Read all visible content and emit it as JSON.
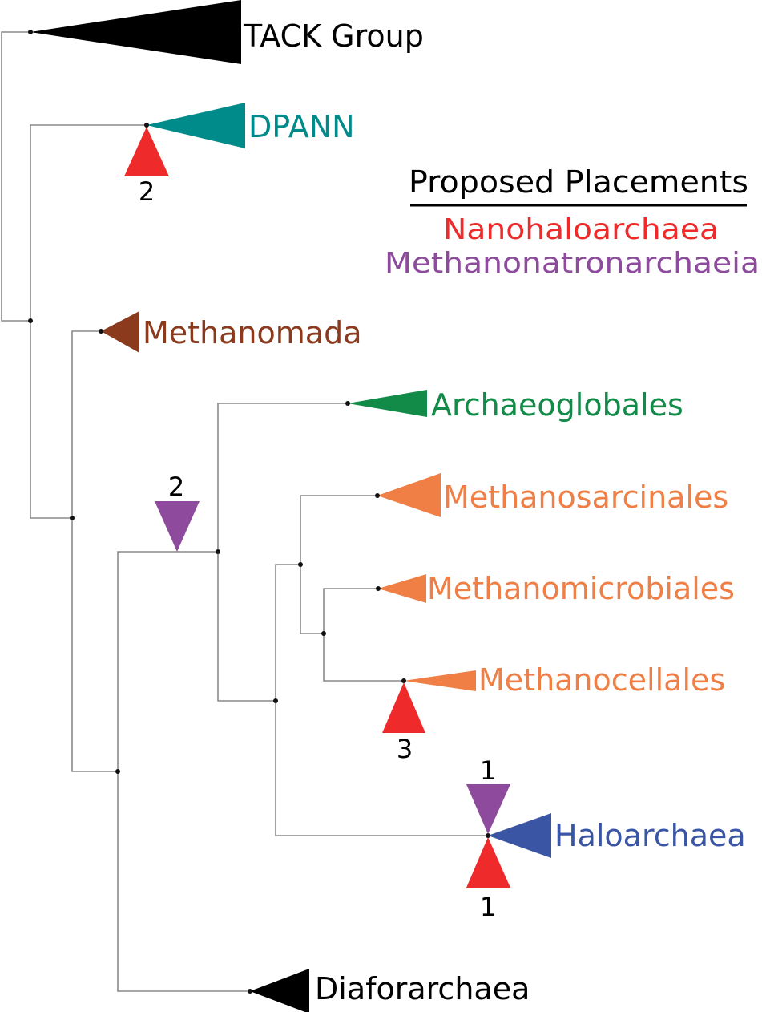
{
  "colors": {
    "tack": "#000000",
    "dpann": "#008b8b",
    "methanomada": "#8b3a1e",
    "archaeoglobales": "#128a48",
    "methanosarcinales": "#f07f45",
    "methanomicrobiales": "#f07f45",
    "methanocellales": "#f07f45",
    "haloarchaea": "#3a55a4",
    "diaforarchaea": "#000000",
    "nanohaloarchaea": "#ee2a2a",
    "methanonatronarchaeia": "#8e4b9e"
  },
  "clades": {
    "tack": "TACK Group",
    "dpann": "DPANN",
    "methanomada": "Methanomada",
    "archaeoglobales": "Archaeoglobales",
    "methanosarcinales": "Methanosarcinales",
    "methanomicrobiales": "Methanomicrobiales",
    "methanocellales": "Methanocellales",
    "haloarchaea": "Haloarchaea",
    "diaforarchaea": "Diaforarchaea"
  },
  "legend": {
    "title": "Proposed Placements",
    "entries": [
      "Nanohaloarchaea",
      "Methanonatronarchaeia"
    ]
  },
  "placements": {
    "dpann_nano": "2",
    "diverge_methanonatron": "2",
    "methanocellales_nano": "3",
    "haloarchaea_methanonatron": "1",
    "haloarchaea_nano": "1"
  }
}
